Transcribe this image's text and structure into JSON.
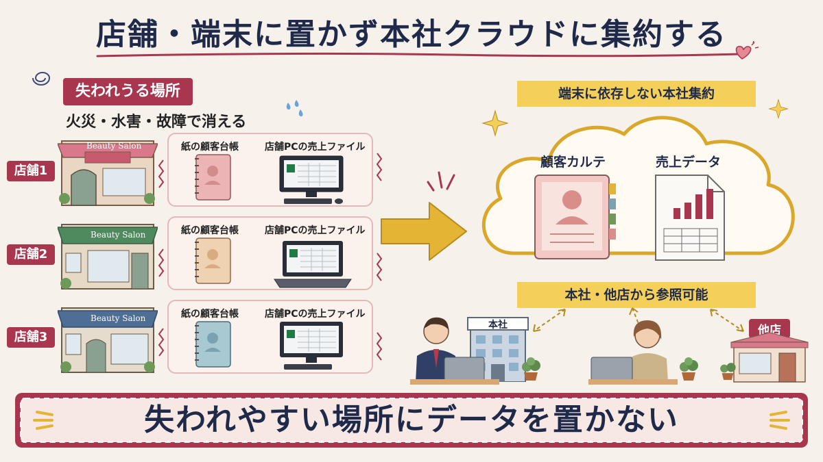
{
  "title": "店舗・端末に置かず本社クラウドに集約する",
  "left": {
    "label": "失われうる場所",
    "subtitle": "火災・水害・故障で消える",
    "stores": [
      {
        "tag": "店舗1",
        "sign": "Beauty Salon",
        "paper": "紙の顧客台帳",
        "pc": "店舗PCの売上ファイル"
      },
      {
        "tag": "店舗2",
        "sign": "Beauty Salon",
        "paper": "紙の顧客台帳",
        "pc": "店舗PCの売上ファイル"
      },
      {
        "tag": "店舗3",
        "sign": "Beauty Salon",
        "paper": "紙の顧客台帳",
        "pc": "店舗PCの売上ファイル"
      }
    ]
  },
  "right": {
    "top_banner": "端末に依存しない本社集約",
    "cloud_items": [
      "顧客カルテ",
      "売上データ"
    ],
    "bottom_banner": "本社・他店から参照可能",
    "hq_label": "本社",
    "branch_label": "他店"
  },
  "footer": "失われやすい場所にデータを置かない",
  "colors": {
    "accent": "#a8364f",
    "gold": "#f4cf5a",
    "navy": "#1f2a4a",
    "background": "#f6f1ea"
  }
}
